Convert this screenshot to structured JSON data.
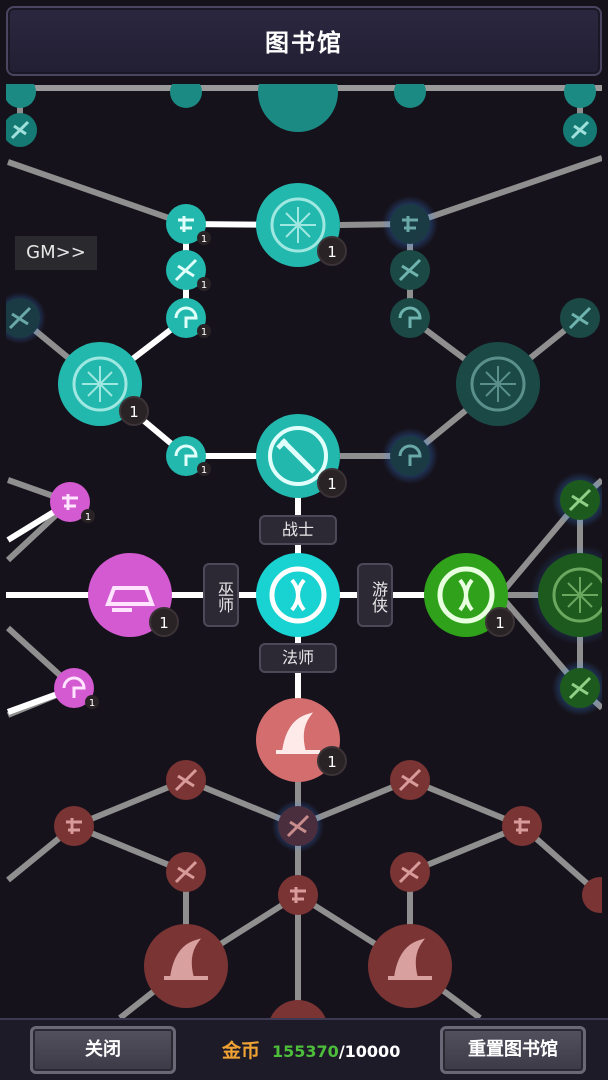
{
  "header": {
    "title": "图书馆"
  },
  "gm_button": {
    "label": "GM>>"
  },
  "classes": {
    "warrior": "战士",
    "wizard": "巫师",
    "ranger": "游侠",
    "mage": "法师"
  },
  "node_level": "1",
  "footer": {
    "close_label": "关闭",
    "gold_label": "金币",
    "gold_current": "155370",
    "gold_separator": "/",
    "gold_max": "10000",
    "reset_label": "重置图书馆"
  },
  "colors": {
    "warrior_teal": "#1fb5ab",
    "wizard_pink": "#d45ad2",
    "ranger_green": "#2fa11a",
    "mage_red": "#c76c6c",
    "center_cyan": "#19d2d2",
    "gold_label": "#f0a332",
    "gold_value": "#4dbe3a"
  }
}
